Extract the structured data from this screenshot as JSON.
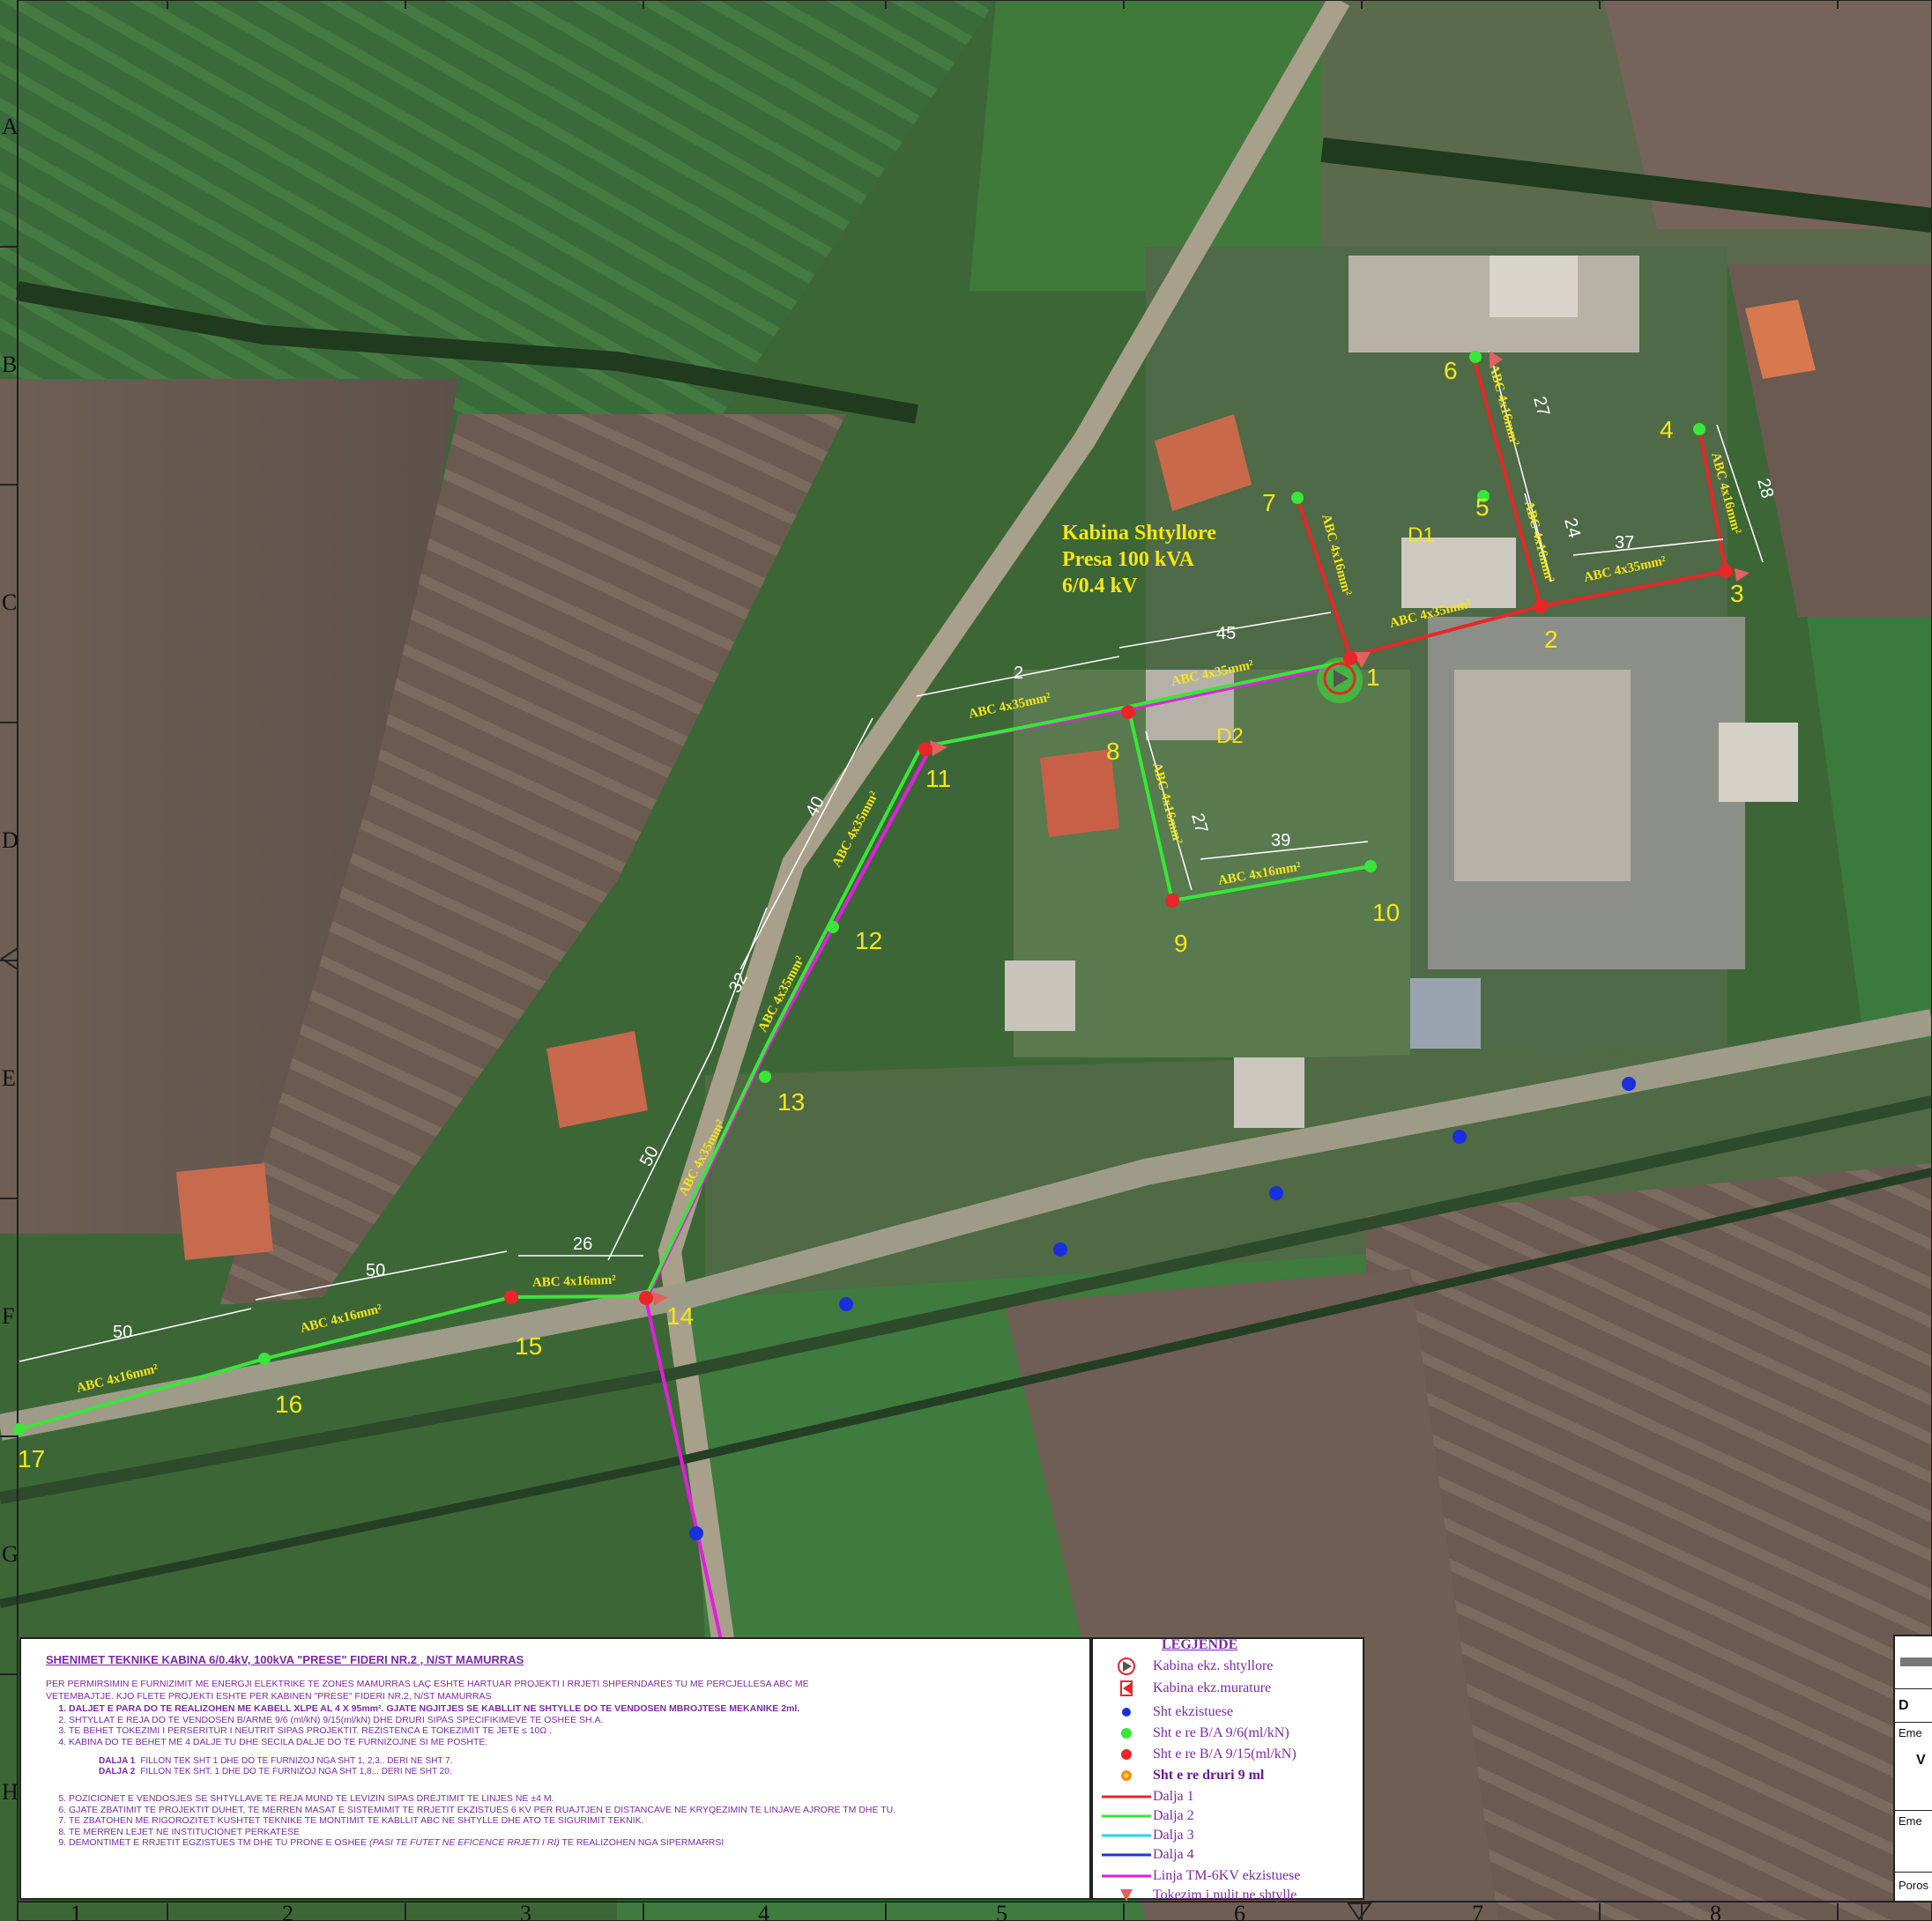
{
  "grid": {
    "columns": [
      "1",
      "2",
      "3",
      "4",
      "5",
      "6",
      "7",
      "8"
    ],
    "rows": [
      "A",
      "B",
      "C",
      "D",
      "E",
      "F",
      "G",
      "H"
    ]
  },
  "kabina": {
    "line1": "Kabina Shtyllore",
    "line2": "Presa  100 kVA",
    "line3": "6/0.4 kV"
  },
  "poles": [
    {
      "n": "1",
      "type": "red"
    },
    {
      "n": "2",
      "type": "red"
    },
    {
      "n": "3",
      "type": "red"
    },
    {
      "n": "4",
      "type": "green"
    },
    {
      "n": "5",
      "type": "green"
    },
    {
      "n": "6",
      "type": "green"
    },
    {
      "n": "7",
      "type": "green"
    },
    {
      "n": "8",
      "type": "red"
    },
    {
      "n": "9",
      "type": "red"
    },
    {
      "n": "10",
      "type": "green"
    },
    {
      "n": "11",
      "type": "red"
    },
    {
      "n": "12",
      "type": "green"
    },
    {
      "n": "13",
      "type": "green"
    },
    {
      "n": "14",
      "type": "red"
    },
    {
      "n": "15",
      "type": "red"
    },
    {
      "n": "16",
      "type": "green"
    },
    {
      "n": "17",
      "type": "green"
    }
  ],
  "zones": [
    "D1",
    "D2"
  ],
  "distances": [
    "27",
    "28",
    "24",
    "37",
    "45",
    "2",
    "40",
    "32",
    "50",
    "27",
    "39",
    "26",
    "50",
    "50"
  ],
  "cables": {
    "c4x35": "ABC 4x35mm²",
    "c4x16": "ABC 4x16mm²"
  },
  "colors": {
    "dalja1": "#e8262a",
    "dalja2": "#39e639",
    "dalja3": "#22d7f0",
    "dalja4": "#1a3cc8",
    "tm_line": "#e21ee0",
    "existing_pole": "#1a2ee0",
    "label_yellow": "#f5e61a"
  },
  "notes": {
    "title": "SHENIMET TEKNIKE  KABINA 6/0.4kV, 100kVA \"PRESE\" FIDERI NR.2 , N/ST MAMURRAS",
    "intro1": "PER PERMIRSIMIN E FURNIZIMIT ME ENERGJI ELEKTRIKE TE ZONES MAMURRAS LAÇ ESHTE   HARTUAR PROJEKTI  I RRJETI SHPERNDARES TU ME PERCJELLESA  ABC ME",
    "intro2": "VETEMBAJTJE. KJO FLETE  PROJEKTI ESHTE PER KABINEN \"PRESE\" FIDERI NR.2, N/ST MAMURRAS",
    "item1": "DALJET E PARA DO TE REALIZOHEN ME KABELL XLPE AL 4 X 95mm². GJATE NGJITJES SE KABLLIT NE SHTYLLE DO TE VENDOSEN MBROJTESE MEKANIKE 2ml.",
    "item2": "SHTYLLAT E REJA DO TE VENDOSEN  B/ARME  9/6 (ml/kN)   9/15(ml/kN) DHE DRURI SIPAS SPECIFIKIMEVE TE OSHEE SH.A.",
    "item3": "TE BEHET TOKEZIMI I PERSERITUR I NEUTRIT SIPAS PROJEKTIT. REZISTENCA E TOKEZIMIT TE JETE ≤ 10Ω .",
    "item4": "KABINA DO TE BEHET ME 4 DALJE TU DHE SECILA DALJE DO TE FURNIZOJNE SI ME POSHTE:",
    "dalja1_label": "DALJA 1",
    "dalja1_text": "FILLON TEK SHT 1 DHE DO TE FURNIZOJ  NGA SHT 1, 2,3.. DERI NE SHT 7.",
    "dalja2_label": "DALJA 2",
    "dalja2_text": "FILLON TEK SHT. 1  DHE DO TE FURNIZOJ  NGA SHT 1,8... DERI NE SHT 20.",
    "item5": "POZICIONET E VENDOSJES SE SHTYLLAVE TE REJA MUND TE LEVIZIN SIPAS DREJTIMIT TE LINJES NE ±4 M.",
    "item6": "GJATE ZBATIMIT TE PROJEKTIT DUHET, TE MERREN MASAT E SISTEMIMIT TE RRJETIT EKZISTUES 6 KV PER RUAJTJEN E DISTANCAVE NE KRYQEZIMIN TE LINJAVE AJRORE TM DHE TU.",
    "item7": "TE ZBATOHEN ME RIGOROZITET KUSHTET TEKNIKE TE MONTIMIT TE KABLLIT ABC NE SHTYLLE DHE ATO TE SIGURIMIT TEKNIK.",
    "item8": " TE MERREN LEJET NE INSTITUCIONET PERKATESE",
    "item9a": "DEMONTIMET E RRJETIT EGZISTUES TM DHE TU PRONE E OSHEE ",
    "item9b": "(PASI TE FUTET NE EFICENCE RRJETI I RI)",
    "item9c": " TE REALIZOHEN NGA SIPERMARRSI"
  },
  "legend": {
    "title": "LEGJENDE",
    "items": [
      "Kabina ekz. shtyllore",
      "Kabina ekz.murature",
      "Sht ekzistuese",
      "Sht e re B/A 9/6(ml/kN)",
      "Sht e re B/A 9/15(ml/kN)",
      "Sht e re druri 9 ml",
      "Dalja 1",
      "Dalja 2",
      "Dalja 3",
      "Dalja 4",
      "Linja TM-6KV ekzistuese",
      "Tokezim i nulit ne shtylle"
    ]
  },
  "title_block": {
    "d": "D",
    "eme1": "Eme",
    "v": "V",
    "eme2": "Eme",
    "poros": "Poros"
  }
}
